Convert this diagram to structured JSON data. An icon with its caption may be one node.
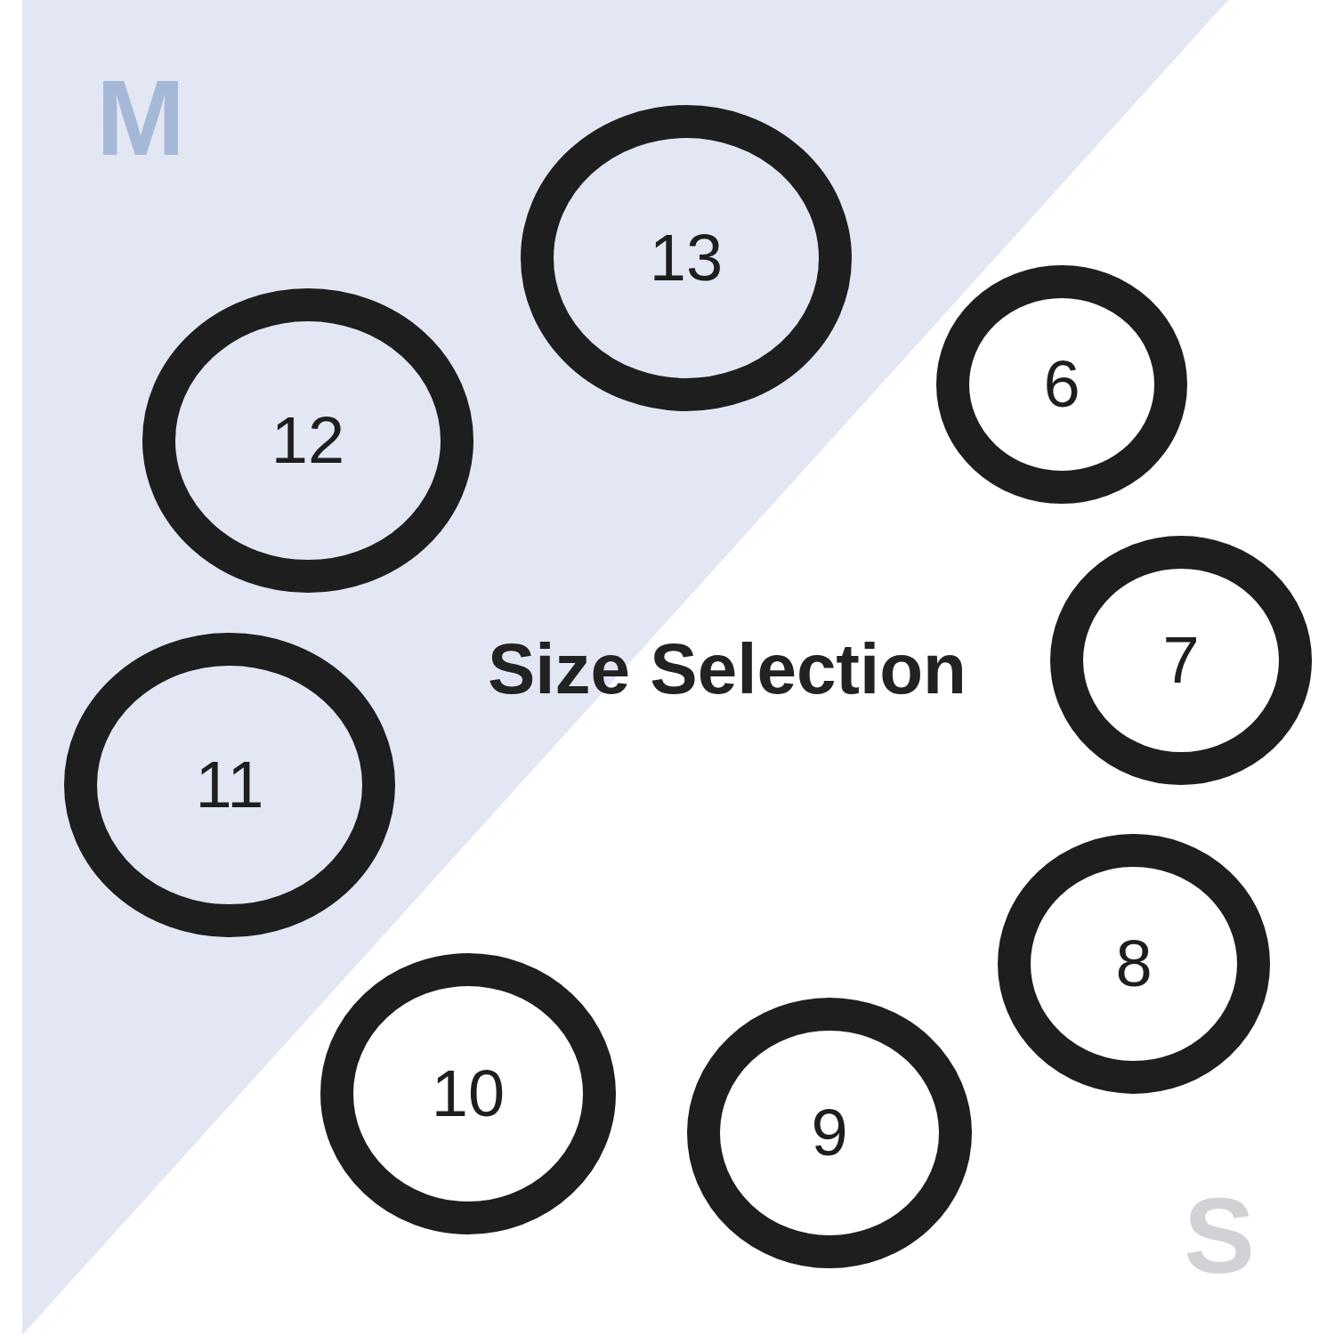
{
  "diagram": {
    "title": "Size Selection",
    "nodes": [
      {
        "text": [
          "13"
        ]
      },
      {
        "text": [
          "6"
        ]
      },
      {
        "text": [
          "12"
        ]
      },
      {
        "text": [
          "7"
        ]
      },
      {
        "text": [
          "11"
        ]
      },
      {
        "text": [
          "8"
        ]
      },
      {
        "text": [
          "10"
        ]
      },
      {
        "text": [
          "9"
        ]
      }
    ],
    "labels": [
      "M",
      "S"
    ]
  }
}
